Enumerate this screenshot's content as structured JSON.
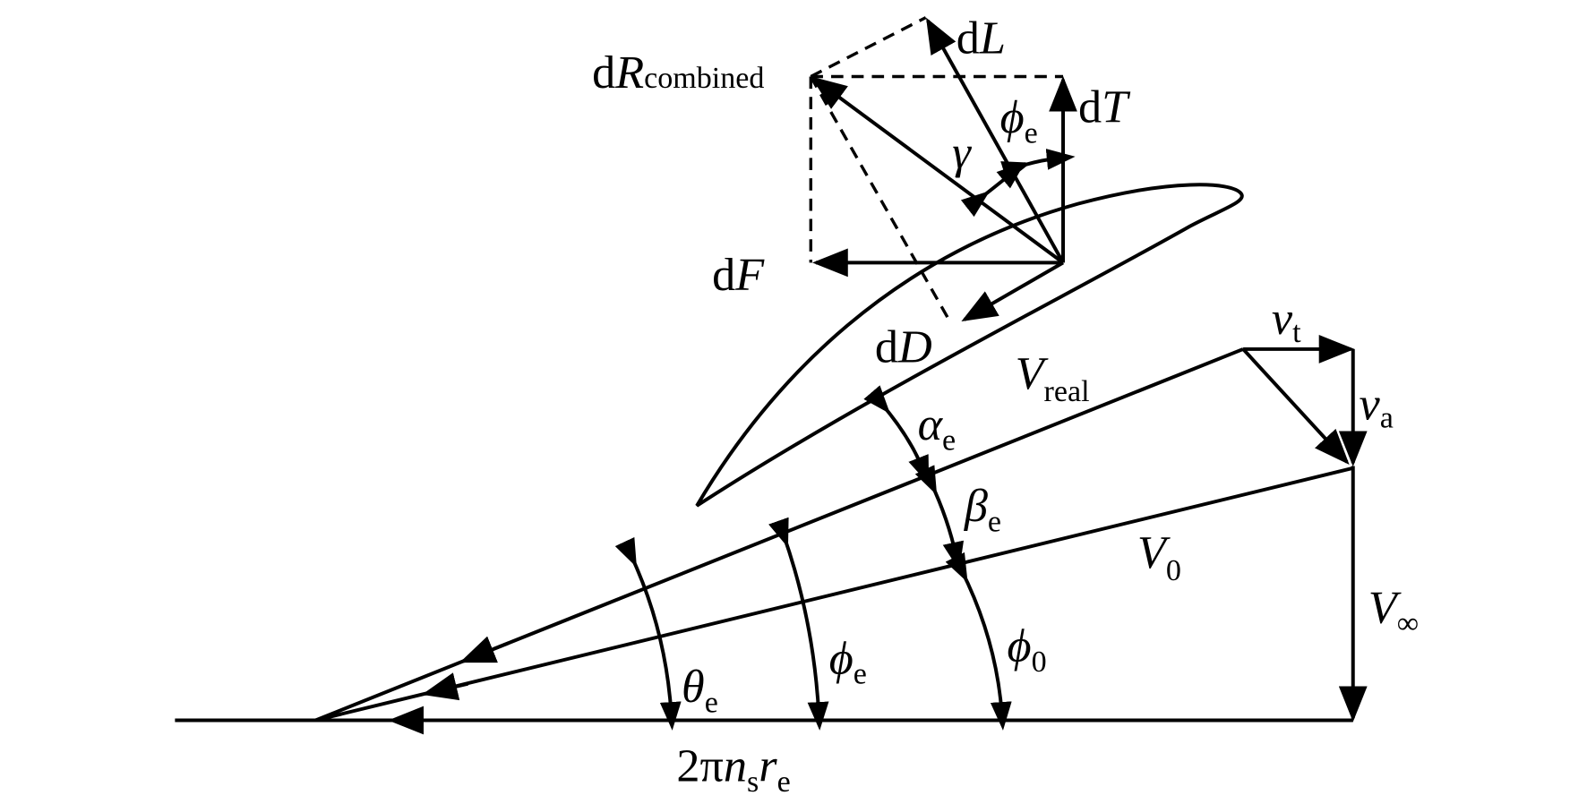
{
  "labels": {
    "dL": {
      "d": "d",
      "var": "L"
    },
    "dR": {
      "d": "d",
      "var": "R",
      "sub": "combined"
    },
    "dT": {
      "d": "d",
      "var": "T"
    },
    "dF": {
      "d": "d",
      "var": "F"
    },
    "dD": {
      "d": "d",
      "var": "D"
    },
    "phi_e_top": {
      "var": "ϕ",
      "sub": "e"
    },
    "gamma": {
      "var": "γ"
    },
    "v_real": {
      "var": "V",
      "sub": "real"
    },
    "v_t": {
      "var": "v",
      "sub": "t"
    },
    "v_a": {
      "var": "v",
      "sub": "a"
    },
    "alpha_e": {
      "var": "α",
      "sub": "e"
    },
    "beta_e": {
      "var": "β",
      "sub": "e"
    },
    "v_0": {
      "var": "V",
      "sub": "0"
    },
    "v_inf": {
      "var": "V",
      "sub": "∞"
    },
    "theta_e": {
      "var": "θ",
      "sub": "e"
    },
    "phi_e": {
      "var": "ϕ",
      "sub": "e"
    },
    "phi_0": {
      "var": "ϕ",
      "sub": "0"
    },
    "rotation": {
      "pre": "2π",
      "n": "n",
      "n_sub": "s",
      "r": "r",
      "r_sub": "e"
    }
  }
}
